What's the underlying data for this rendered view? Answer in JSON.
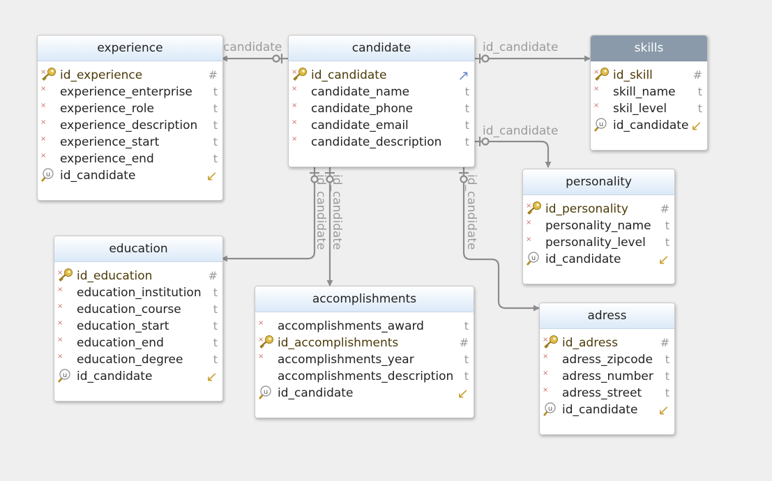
{
  "diagram": {
    "entities": [
      {
        "id": "candidate",
        "title": "candidate",
        "rows": [
          {
            "name": "id_candidate",
            "kind": "pk",
            "type": "↗"
          },
          {
            "name": "candidate_name",
            "kind": "nn",
            "type": "t"
          },
          {
            "name": "candidate_phone",
            "kind": "nn",
            "type": "t"
          },
          {
            "name": "candidate_email",
            "kind": "nn",
            "type": "t"
          },
          {
            "name": "candidate_description",
            "kind": "nn",
            "type": "t"
          }
        ]
      },
      {
        "id": "experience",
        "title": "experience",
        "rows": [
          {
            "name": "id_experience",
            "kind": "pk",
            "type": "#"
          },
          {
            "name": "experience_enterprise",
            "kind": "nn",
            "type": "t"
          },
          {
            "name": "experience_role",
            "kind": "nn",
            "type": "t"
          },
          {
            "name": "experience_description",
            "kind": "nn",
            "type": "t"
          },
          {
            "name": "experience_start",
            "kind": "nn",
            "type": "t"
          },
          {
            "name": "experience_end",
            "kind": "nn",
            "type": "t"
          },
          {
            "name": "id_candidate",
            "kind": "fk",
            "type": "↙"
          }
        ]
      },
      {
        "id": "skills",
        "title": "skills",
        "rows": [
          {
            "name": "id_skill",
            "kind": "pk",
            "type": "#"
          },
          {
            "name": "skill_name",
            "kind": "nn",
            "type": "t"
          },
          {
            "name": "skil_level",
            "kind": "nn",
            "type": "t"
          },
          {
            "name": "id_candidate",
            "kind": "fk",
            "type": "↙"
          }
        ]
      },
      {
        "id": "personality",
        "title": "personality",
        "rows": [
          {
            "name": "id_personality",
            "kind": "pk",
            "type": "#"
          },
          {
            "name": "personality_name",
            "kind": "nn",
            "type": "t"
          },
          {
            "name": "personality_level",
            "kind": "nn",
            "type": "t"
          },
          {
            "name": "id_candidate",
            "kind": "fk",
            "type": "↙"
          }
        ]
      },
      {
        "id": "education",
        "title": "education",
        "rows": [
          {
            "name": "id_education",
            "kind": "pk",
            "type": "#"
          },
          {
            "name": "education_institution",
            "kind": "nn",
            "type": "t"
          },
          {
            "name": "education_course",
            "kind": "nn",
            "type": "t"
          },
          {
            "name": "education_start",
            "kind": "nn",
            "type": "t"
          },
          {
            "name": "education_end",
            "kind": "nn",
            "type": "t"
          },
          {
            "name": "education_degree",
            "kind": "nn",
            "type": "t"
          },
          {
            "name": "id_candidate",
            "kind": "fk",
            "type": "↙"
          }
        ]
      },
      {
        "id": "accomplishments",
        "title": "accomplishments",
        "rows": [
          {
            "name": "accomplishments_award",
            "kind": "nn",
            "type": "t"
          },
          {
            "name": "id_accomplishments",
            "kind": "pk",
            "type": "#"
          },
          {
            "name": "accomplishments_year",
            "kind": "nn",
            "type": "t"
          },
          {
            "name": "accomplishments_description",
            "kind": "plain",
            "type": "t"
          },
          {
            "name": "id_candidate",
            "kind": "fk",
            "type": "↙"
          }
        ]
      },
      {
        "id": "adress",
        "title": "adress",
        "rows": [
          {
            "name": "id_adress",
            "kind": "pk",
            "type": "#"
          },
          {
            "name": "adress_zipcode",
            "kind": "nn",
            "type": "t"
          },
          {
            "name": "adress_number",
            "kind": "nn",
            "type": "t"
          },
          {
            "name": "adress_street",
            "kind": "nn",
            "type": "t"
          },
          {
            "name": "id_candidate",
            "kind": "fk",
            "type": "↙"
          }
        ]
      }
    ],
    "relation_labels": {
      "experience": "candidate",
      "skills": "id_candidate",
      "personality": "id_candidate",
      "education": "id_candidate",
      "accomplishments": "id_candidate",
      "adress": "id_candidate"
    },
    "colors": {
      "line": "#8c8c8c",
      "label": "#9a9a9a",
      "header_gradient_top": "#ffffff",
      "header_gradient_bottom": "#dbe9f8",
      "selected_header": "#8a9aab",
      "key_icon": "#d9b23e",
      "not_null_mark": "#d07070"
    },
    "selected_entity": "skills"
  }
}
